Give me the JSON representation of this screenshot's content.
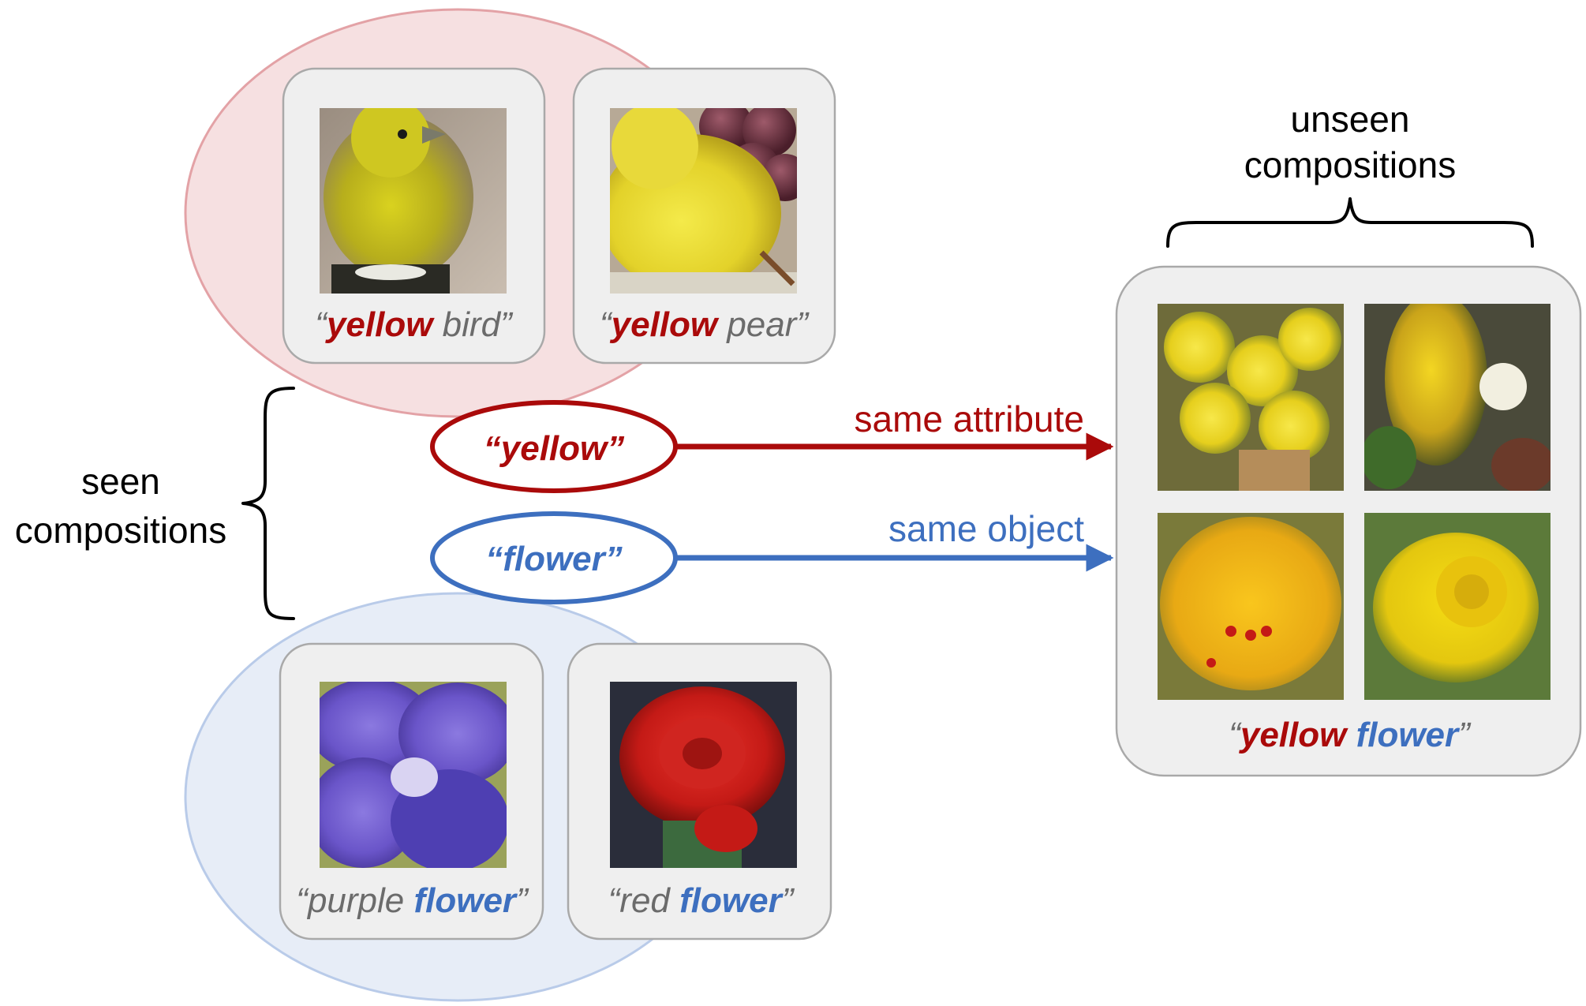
{
  "colors": {
    "red": "#aa0a0a",
    "blue": "#3d6fbf",
    "gray_text": "#6b6b6b",
    "black": "#000000",
    "red_ellipse_fill": "#f6e0e1",
    "red_ellipse_stroke": "#e3a2a6",
    "blue_ellipse_fill": "#e7edf7",
    "blue_ellipse_stroke": "#b9cbe9",
    "card_fill": "#efefef",
    "card_stroke": "#a9a9a9"
  },
  "labels": {
    "unseen_line1": "unseen",
    "unseen_line2": "compositions",
    "seen_line1": "seen",
    "seen_line2": "compositions",
    "same_attribute": "same attribute",
    "same_object": "same object"
  },
  "primitives": {
    "attribute": {
      "open": "“",
      "word": "yellow",
      "close": "”"
    },
    "object": {
      "open": "“",
      "word": "flower",
      "close": "”"
    }
  },
  "seen_attribute_examples": [
    {
      "open": "“",
      "attr": "yellow",
      "obj": "bird",
      "close": "”",
      "image": "yellow-bird-photo"
    },
    {
      "open": "“",
      "attr": "yellow",
      "obj": "pear",
      "close": "”",
      "image": "yellow-pear-photo"
    }
  ],
  "seen_object_examples": [
    {
      "open": "“",
      "attr": "purple",
      "obj": "flower",
      "close": "”",
      "image": "purple-flower-photo"
    },
    {
      "open": "“",
      "attr": "red",
      "obj": "flower",
      "close": "”",
      "image": "red-rose-photo"
    }
  ],
  "unseen_example": {
    "open": "“",
    "attr": "yellow",
    "obj": "flower",
    "close": "”",
    "images": [
      "yellow-daffodils-vase-photo",
      "yellow-forsythia-photo",
      "yellow-lily-photo",
      "yellow-daffodil-closeup-photo"
    ]
  }
}
